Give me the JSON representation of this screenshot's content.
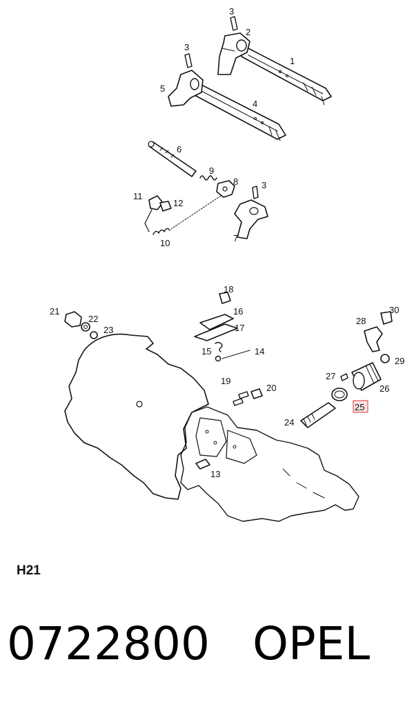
{
  "diagram": {
    "callouts": {
      "p1": "1",
      "p2": "2",
      "p3_top": "3",
      "p3_mid": "3",
      "p3_lower": "3",
      "p4": "4",
      "p5": "5",
      "p6": "6",
      "p7": "7",
      "p8": "8",
      "p9": "9",
      "p10": "10",
      "p11": "11",
      "p12": "12",
      "p13": "13",
      "p14": "14",
      "p15": "15",
      "p16": "16",
      "p17": "17",
      "p18": "18",
      "p19": "19",
      "p20": "20",
      "p21": "21",
      "p22": "22",
      "p23": "23",
      "p24": "24",
      "p25": "25",
      "p26": "26",
      "p27": "27",
      "p28": "28",
      "p29": "29",
      "p30": "30"
    },
    "highlight_color": "#e05555"
  },
  "section_label": "H21",
  "part_number": "0722800",
  "brand": "OPEL"
}
